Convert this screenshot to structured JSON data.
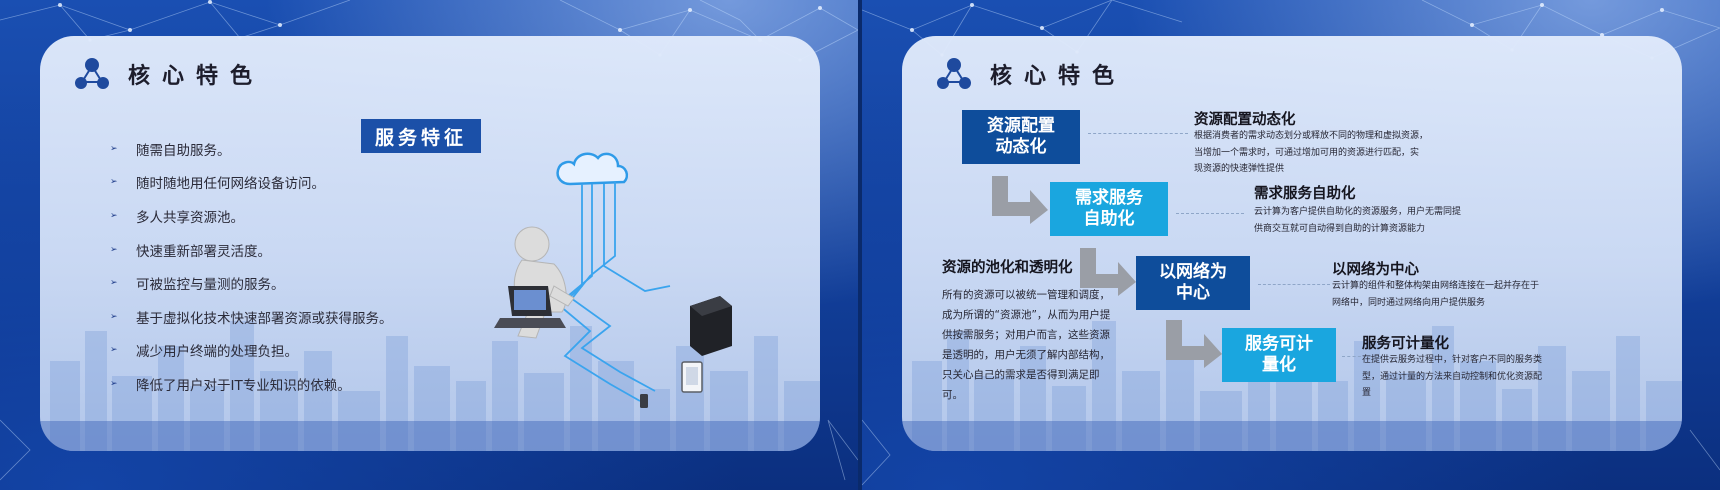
{
  "colors": {
    "accent_dark": "#0e4d9b",
    "accent_light": "#1aa6df",
    "badge": "#1b50a8",
    "background": "#123f9a"
  },
  "left_slide": {
    "title": "核心特色",
    "icon": "network-nodes-icon",
    "badge": "服务特征",
    "bullets": [
      "随需自助服务。",
      "随时随地用任何网络设备访问。",
      "多人共享资源池。",
      "快速重新部署灵活度。",
      "可被监控与量测的服务。",
      "基于虚拟化技术快速部署资源或获得服务。",
      "减少用户终端的处理负担。",
      "降低了用户对于IT专业知识的依赖。"
    ]
  },
  "right_slide": {
    "title": "核心特色",
    "icon": "network-nodes-icon",
    "steps": [
      {
        "box": "资源配置\n动态化",
        "title": "资源配置动态化",
        "desc": "根据消费者的需求动态划分或释放不同的物理和虚拟资源，\n当增加一个需求时，可通过增加可用的资源进行匹配，实\n现资源的快速弹性提供"
      },
      {
        "box": "需求服务\n自助化",
        "title": "需求服务自助化",
        "desc": "云计算为客户提供自助化的资源服务，用户无需同提\n供商交互就可自动得到自助的计算资源能力"
      },
      {
        "box": "以网络为\n中心",
        "title": "以网络为中心",
        "desc": "云计算的组件和整体构架由网络连接在一起并存在于\n网络中，同时通过网络向用户提供服务"
      },
      {
        "box": "服务可计\n量化",
        "title": "服务可计量化",
        "desc": "在提供云服务过程中，针对客户不同的服务类\n型，通过计量的方法来自动控制和优化资源配\n置"
      }
    ],
    "pool": {
      "title": "资源的池化和透明化",
      "desc": "所有的资源可以被统一管理和调度，成为所谓的“资源池”，从而为用户提供按需服务；对用户而言，这些资源是透明的，用户无须了解内部结构，只关心自己的需求是否得到满足即可。"
    }
  }
}
